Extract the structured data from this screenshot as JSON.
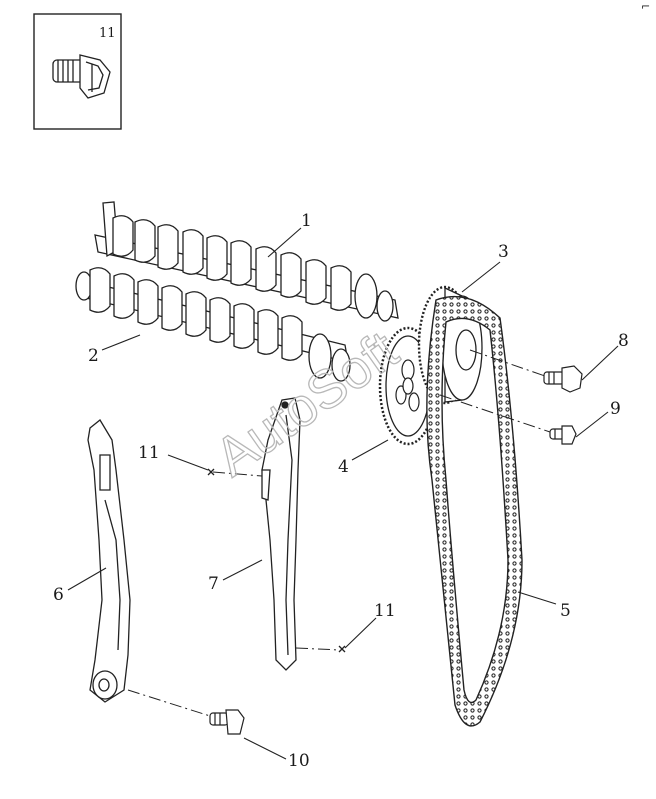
{
  "diagram": {
    "watermark": "AutoSoft",
    "inset_label": "11",
    "corner_mark": "⌐",
    "callouts": {
      "c1": "1",
      "c2": "2",
      "c3": "3",
      "c4": "4",
      "c5": "5",
      "c6": "6",
      "c7": "7",
      "c8": "8",
      "c9": "9",
      "c10": "10",
      "c11a": "11",
      "c11b": "11"
    }
  }
}
